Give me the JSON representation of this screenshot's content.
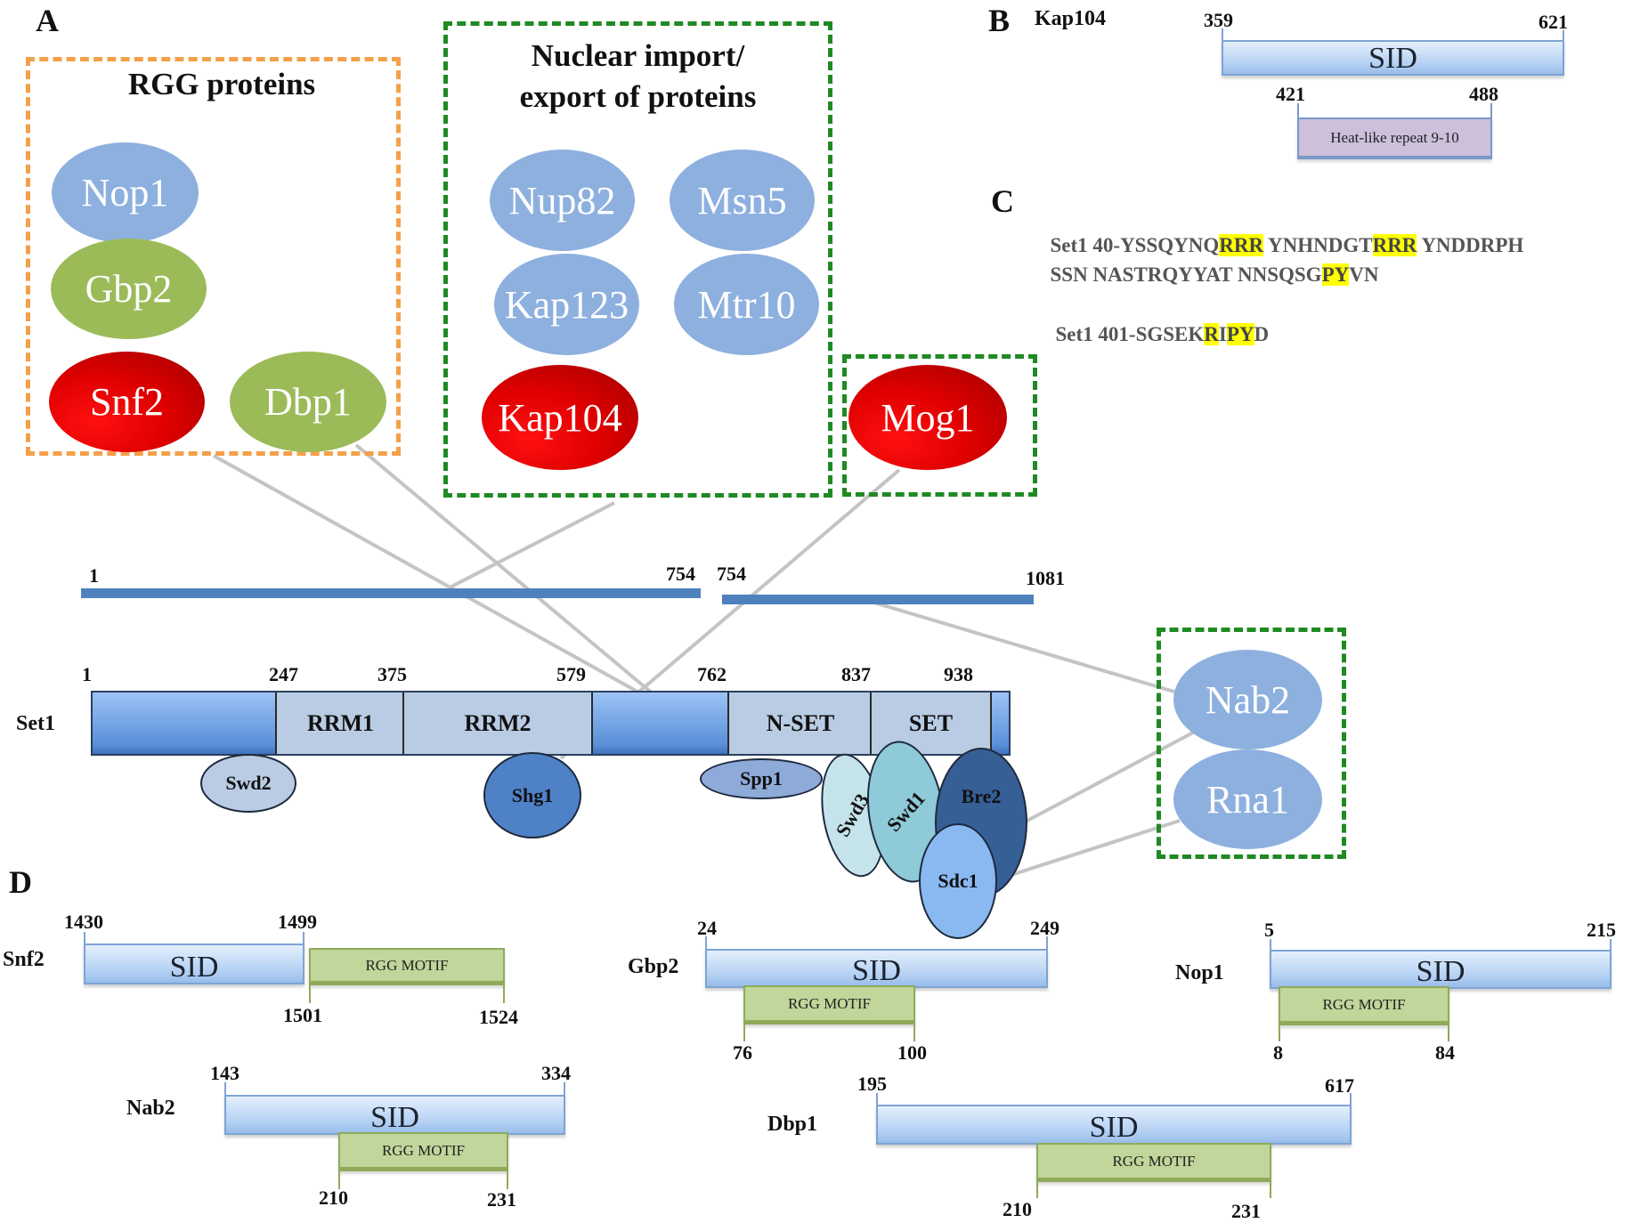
{
  "panels": {
    "A": {
      "letter": "A",
      "groups": {
        "rgg": {
          "title": "RGG proteins",
          "color": "#f4a04a",
          "proteins": [
            {
              "name": "Nop1",
              "color": "#8db0df"
            },
            {
              "name": "Gbp2",
              "color": "#9bbb59"
            },
            {
              "name": "Snf2",
              "color": "#e00000"
            },
            {
              "name": "Dbp1",
              "color": "#9bbb59"
            }
          ]
        },
        "nuclear": {
          "title_line1": "Nuclear import/",
          "title_line2": "export of proteins",
          "color": "#1f8a23",
          "proteins": [
            {
              "name": "Nup82",
              "color": "#8db0df"
            },
            {
              "name": "Msn5",
              "color": "#8db0df"
            },
            {
              "name": "Kap123",
              "color": "#8db0df"
            },
            {
              "name": "Mtr10",
              "color": "#8db0df"
            },
            {
              "name": "Kap104",
              "color": "#e00000"
            }
          ]
        },
        "mog": {
          "color": "#1f8a23",
          "proteins": [
            {
              "name": "Mog1",
              "color": "#e00000"
            }
          ]
        },
        "nab": {
          "color": "#1f8a23",
          "proteins": [
            {
              "name": "Nab2",
              "color": "#8db0df"
            },
            {
              "name": "Rna1",
              "color": "#8db0df"
            }
          ]
        }
      },
      "fragments": [
        {
          "start": "1",
          "end": "754"
        },
        {
          "start": "754",
          "end": "1081"
        }
      ],
      "set1": {
        "label": "Set1",
        "length": 1081,
        "positions": [
          "1",
          "247",
          "375",
          "579",
          "762",
          "837",
          "938"
        ],
        "domains": [
          {
            "name": "RRM1",
            "start": 247,
            "end": 375
          },
          {
            "name": "RRM2",
            "start": 375,
            "end": 579
          },
          {
            "name": "N-SET",
            "start": 762,
            "end": 837
          },
          {
            "name": "SET",
            "start": 837,
            "end": 938
          }
        ],
        "partners": [
          {
            "name": "Swd2",
            "color": "#b9cce4"
          },
          {
            "name": "Shg1",
            "color": "#4f81c7"
          },
          {
            "name": "Spp1",
            "color": "#8eaad8"
          },
          {
            "name": "Swd3",
            "color": "#c4e3ea"
          },
          {
            "name": "Swd1",
            "color": "#8fcad8"
          },
          {
            "name": "Bre2",
            "color": "#365f96"
          },
          {
            "name": "Sdc1",
            "color": "#8ab8f0"
          }
        ]
      }
    },
    "B": {
      "letter": "B",
      "protein": "Kap104",
      "sid": {
        "label": "SID",
        "start": "359",
        "end": "621"
      },
      "repeat": {
        "label": "Heat-like repeat 9-10",
        "start": "421",
        "end": "488"
      }
    },
    "C": {
      "letter": "C",
      "seq1": {
        "parts": [
          {
            "text": "Set1 40-YSSQYNQ",
            "hl": false
          },
          {
            "text": "RRR",
            "hl": true
          },
          {
            "text": " YNHNDGT",
            "hl": false
          },
          {
            "text": "RRR",
            "hl": true
          },
          {
            "text": " YNDDRPH",
            "hl": false
          }
        ]
      },
      "seq2": {
        "parts": [
          {
            "text": "SSN NASTRQYYAT NNSQSG",
            "hl": false
          },
          {
            "text": "PY",
            "hl": true
          },
          {
            "text": "VN",
            "hl": false
          }
        ]
      },
      "seq3": {
        "parts": [
          {
            "text": "Set1 401-SGSEK",
            "hl": false
          },
          {
            "text": "R",
            "hl": true
          },
          {
            "text": "I",
            "hl": false
          },
          {
            "text": "PY",
            "hl": true
          },
          {
            "text": "D",
            "hl": false
          }
        ]
      }
    },
    "D": {
      "letter": "D",
      "proteins": [
        {
          "name": "Snf2",
          "sid_label": "SID",
          "sid_start": "1430",
          "sid_end": "1499",
          "rgg_label": "RGG MOTIF",
          "rgg_start": "1501",
          "rgg_end": "1524"
        },
        {
          "name": "Gbp2",
          "sid_label": "SID",
          "sid_start": "24",
          "sid_end": "249",
          "rgg_label": "RGG MOTIF",
          "rgg_start": "76",
          "rgg_end": "100"
        },
        {
          "name": "Nop1",
          "sid_label": "SID",
          "sid_start": "5",
          "sid_end": "215",
          "rgg_label": "RGG MOTIF",
          "rgg_start": "8",
          "rgg_end": "84"
        },
        {
          "name": "Nab2",
          "sid_label": "SID",
          "sid_start": "143",
          "sid_end": "334",
          "rgg_label": "RGG MOTIF",
          "rgg_start": "210",
          "rgg_end": "231"
        },
        {
          "name": "Dbp1",
          "sid_label": "SID",
          "sid_start": "195",
          "sid_end": "617",
          "rgg_label": "RGG MOTIF",
          "rgg_start": "210",
          "rgg_end": "231"
        }
      ]
    }
  }
}
